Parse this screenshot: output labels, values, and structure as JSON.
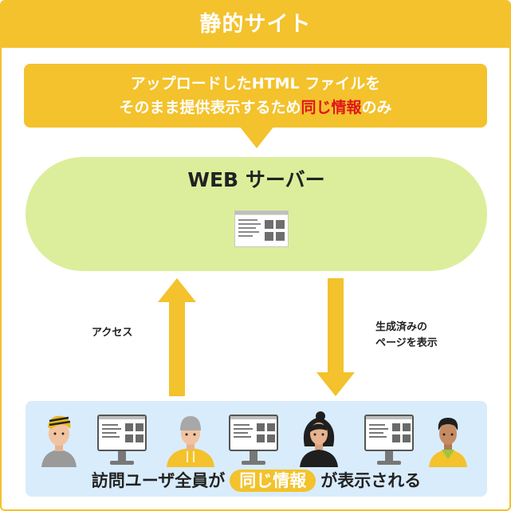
{
  "header": {
    "title": "静的サイト"
  },
  "callout": {
    "line1": "アップロードしたHTML ファイルを",
    "line2_prefix": "そのまま提供表示するため",
    "line2_highlight": "同じ情報",
    "line2_suffix": "のみ"
  },
  "server": {
    "title": "WEB サーバー",
    "icon": "webpage-icon"
  },
  "arrows": {
    "up_label": "アクセス",
    "down_label_line1": "生成済みの",
    "down_label_line2": "ページを表示"
  },
  "users": {
    "icons": [
      "user-avatar-icon",
      "monitor-icon"
    ],
    "caption_prefix": "訪問ユーザ全員が",
    "caption_highlight": "同じ情報",
    "caption_suffix": "が表示される"
  },
  "colors": {
    "accent": "#f3c22c",
    "server_bg": "#dcee9b",
    "users_bg": "#d9ecfb",
    "highlight_red": "#e0161b"
  }
}
